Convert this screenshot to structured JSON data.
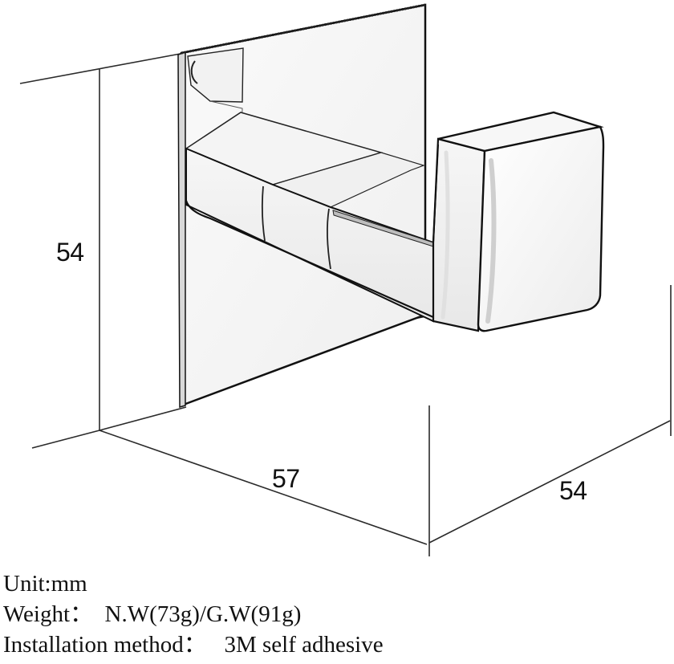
{
  "dimensions": {
    "height": "54",
    "width": "57",
    "depth": "54"
  },
  "specs": {
    "unit": "Unit:mm",
    "weight": "Weight：  N.W(73g)/G.W(91g)",
    "installation": "Installation method：   3M self adhesive"
  },
  "colors": {
    "line": "#2a2a2a",
    "outline": "#111111",
    "background": "#ffffff"
  }
}
